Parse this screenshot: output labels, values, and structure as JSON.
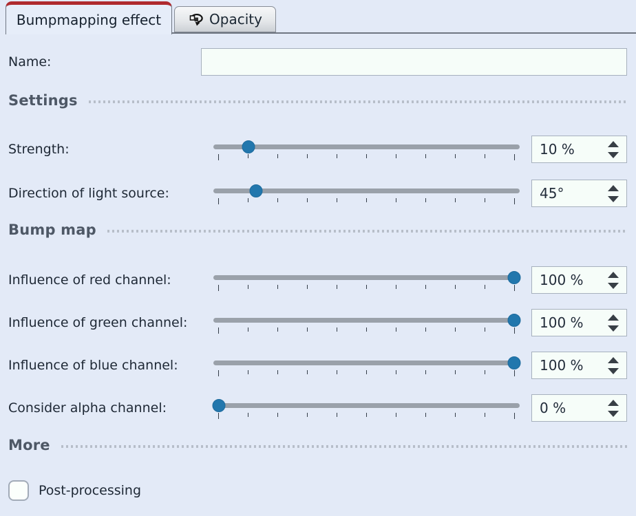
{
  "tabs": [
    {
      "label": "Bumpmapping effect",
      "active": true
    },
    {
      "label": "Opacity",
      "active": false,
      "icon": "opacity-icon"
    }
  ],
  "colors": {
    "accent_red": "#af2a2e",
    "thumb_blue": "#2277ad",
    "background": "#e3eaf7"
  },
  "name_field": {
    "label": "Name:",
    "value": ""
  },
  "sections": {
    "settings": "Settings",
    "bump_map": "Bump map",
    "more": "More"
  },
  "sliders": [
    {
      "label": "Strength:",
      "value": "10 %",
      "percent": 10
    },
    {
      "label": "Direction of light source:",
      "value": "45°",
      "percent": 12.5
    },
    {
      "label": "Influence of red channel:",
      "value": "100 %",
      "percent": 100
    },
    {
      "label": "Influence of green channel:",
      "value": "100 %",
      "percent": 100
    },
    {
      "label": "Influence of blue channel:",
      "value": "100 %",
      "percent": 100
    },
    {
      "label": "Consider alpha channel:",
      "value": "0 %",
      "percent": 0
    }
  ],
  "more": {
    "post_processing_label": "Post-processing",
    "checked": false
  }
}
